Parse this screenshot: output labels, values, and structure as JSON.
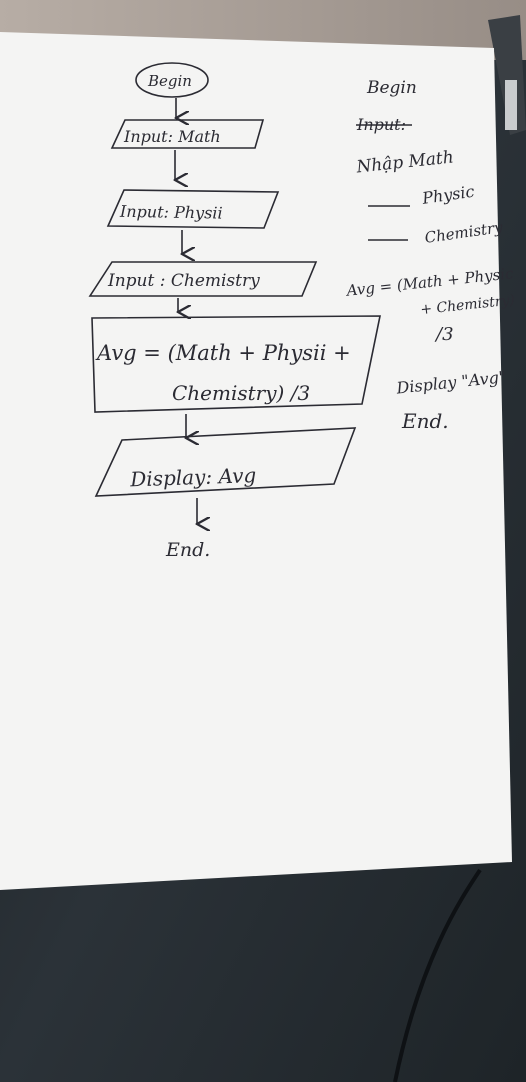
{
  "colors": {
    "ink": "#2b2b33",
    "paper": "#f4f4f3",
    "table": "#a89e97",
    "fabric": "#23282d"
  },
  "flowchart": {
    "begin": "Begin",
    "input_math": "Input: Math",
    "input_physics": "Input: Physii",
    "input_chemistry": "Input : Chemistry",
    "avg_line1": "Avg = (Math + Physii +",
    "avg_line2": "Chemistry) /3",
    "display": "Display: Avg",
    "end": "End."
  },
  "pseudocode": {
    "begin": "Begin",
    "input_crossed": "Input:",
    "nhap_math": "Nhập Math",
    "physic": "Physic",
    "chemistry": "Chemistry",
    "avg_line1": "Avg = (Math + Physic",
    "avg_line2": "+ Chemistry)",
    "avg_line3": "/3",
    "display": "Display \"Avg\"",
    "end": "End."
  }
}
